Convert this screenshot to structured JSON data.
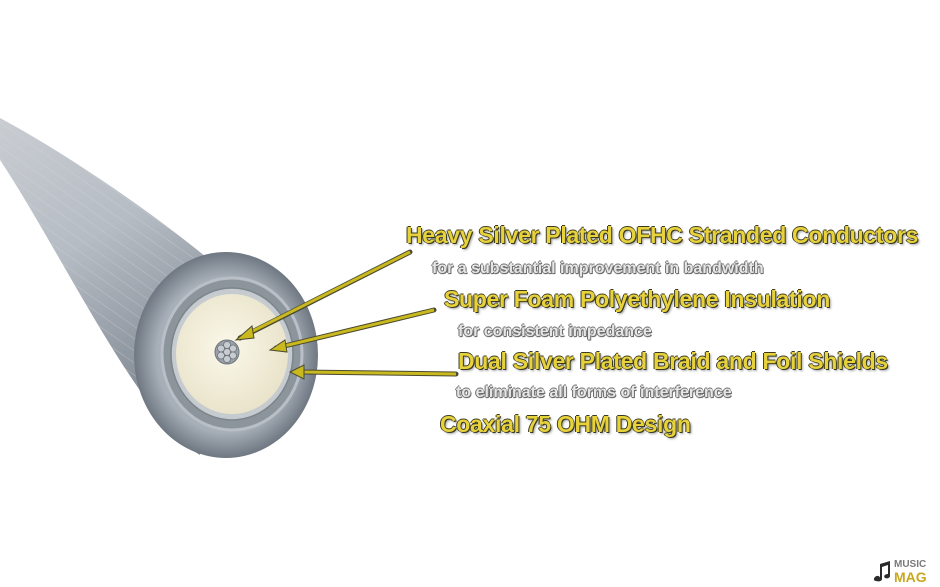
{
  "callouts": [
    {
      "heading": "Heavy Silver Plated OFHC Stranded Conductors",
      "sub": "for a substantial improvement in bandwidth"
    },
    {
      "heading": "Super Foam Polyethylene Insulation",
      "sub": "for consistent impedance"
    },
    {
      "heading": "Dual Silver Plated Braid and Foil Shields",
      "sub": "to eliminate all forms of interference"
    },
    {
      "heading": "Coaxial 75 OHM Design"
    }
  ],
  "logo": {
    "top": "MUSIC",
    "bottom": "MAG"
  },
  "colors": {
    "heading": "#e8d23c",
    "arrow": "#c9b81e",
    "jacket": "#9aa3ad",
    "insulation": "#f3efdc",
    "background": "#ffffff"
  }
}
